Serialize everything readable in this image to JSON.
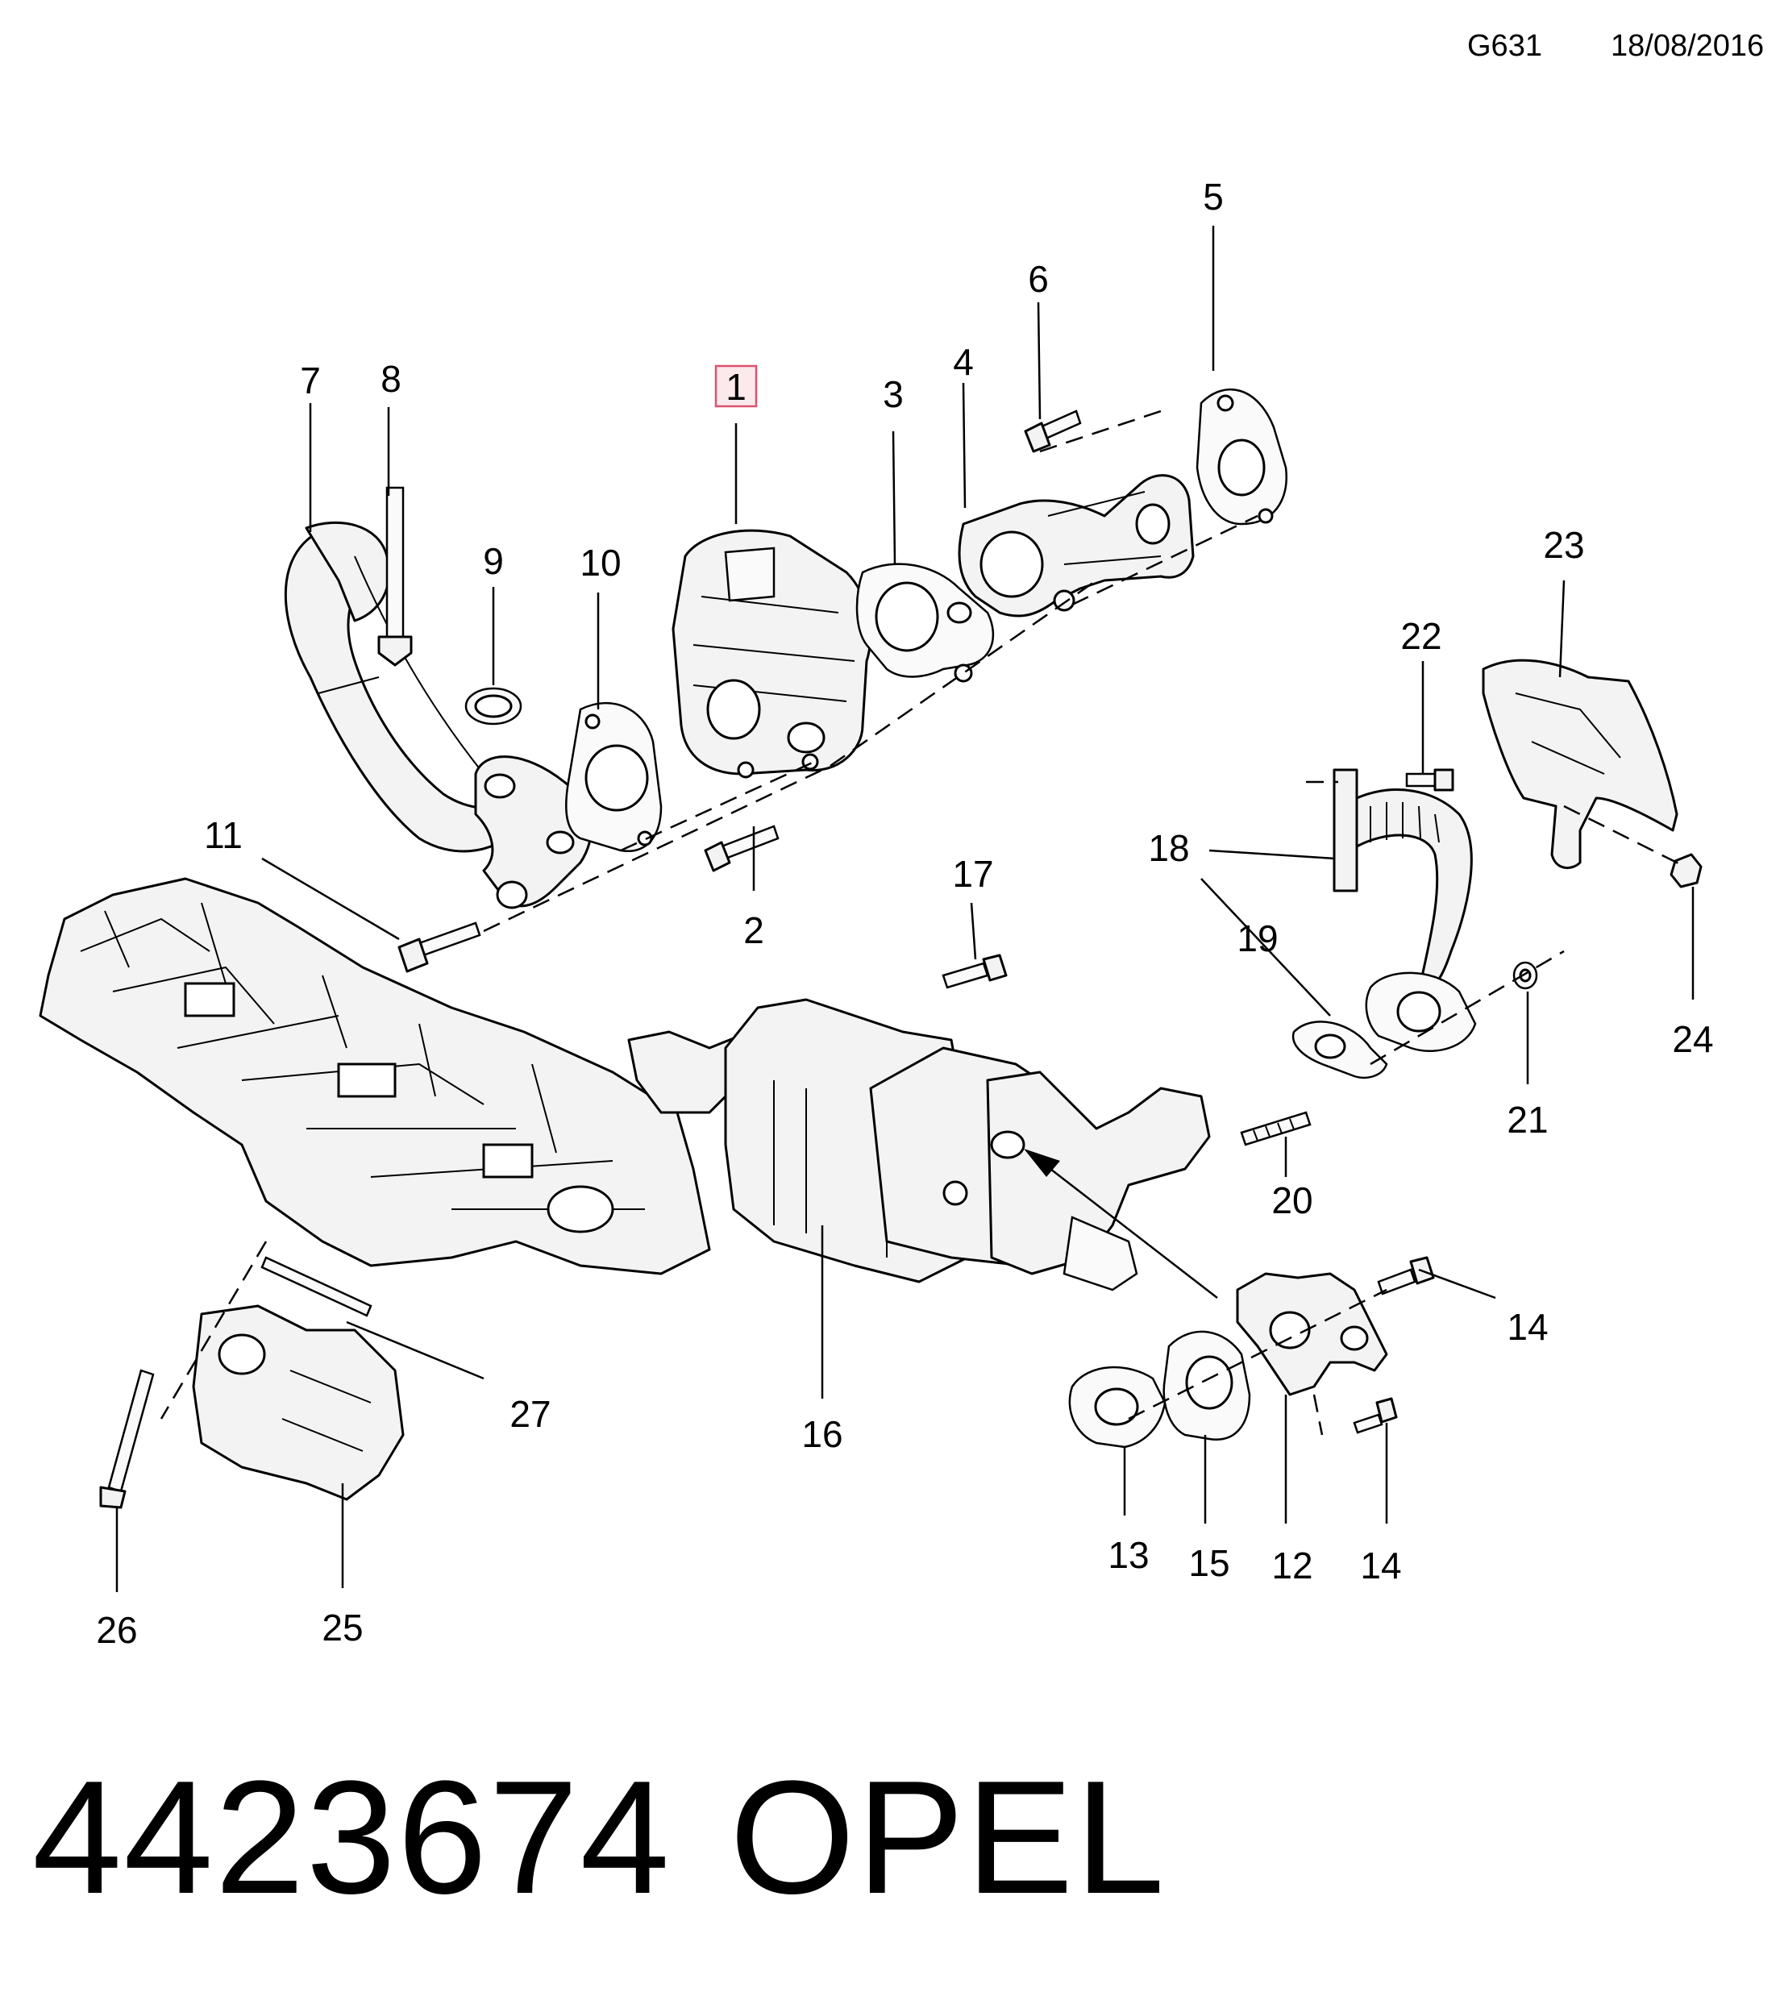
{
  "header": {
    "code": "G631",
    "date": "18/08/2016"
  },
  "callouts": [
    "1",
    "2",
    "3",
    "4",
    "5",
    "6",
    "7",
    "8",
    "9",
    "10",
    "11",
    "12",
    "13",
    "14",
    "14",
    "15",
    "16",
    "17",
    "18",
    "19",
    "20",
    "21",
    "22",
    "23",
    "24",
    "25",
    "26",
    "27"
  ],
  "highlighted_callout": "1",
  "footer": {
    "part_number": "4423674",
    "brand": "OPEL"
  }
}
